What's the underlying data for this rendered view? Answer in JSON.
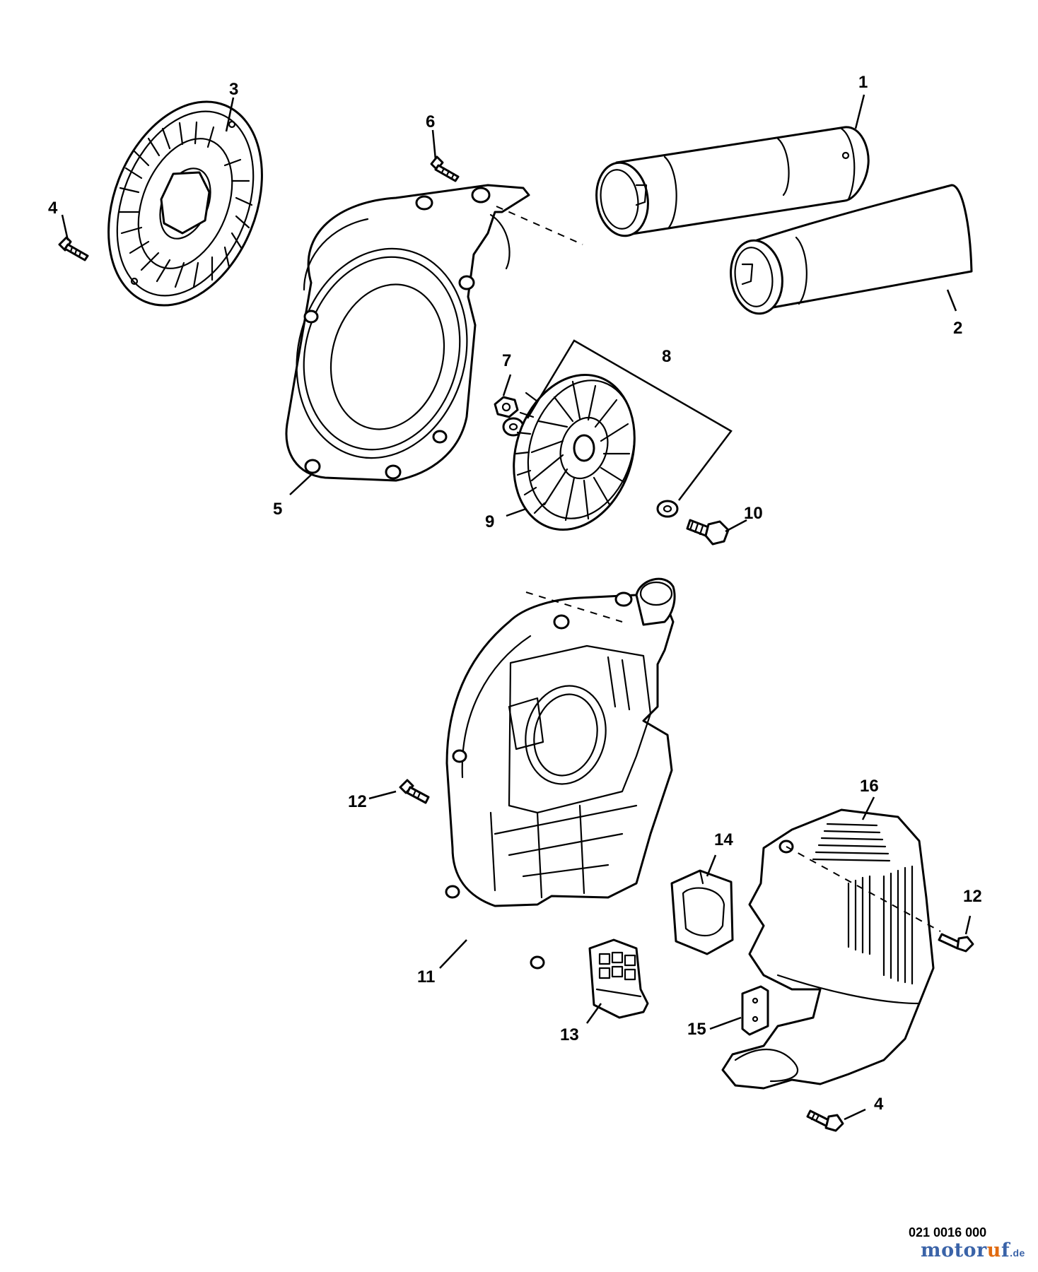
{
  "diagram": {
    "callouts": [
      "1",
      "2",
      "3",
      "4",
      "5",
      "6",
      "7",
      "8",
      "9",
      "10",
      "11",
      "12",
      "12",
      "13",
      "14",
      "15",
      "16",
      "4"
    ],
    "drawing_number": "021 0016 000",
    "watermark": {
      "brand_left": "motor",
      "brand_mid": "u",
      "brand_right": "f",
      "tld": ".de"
    }
  }
}
